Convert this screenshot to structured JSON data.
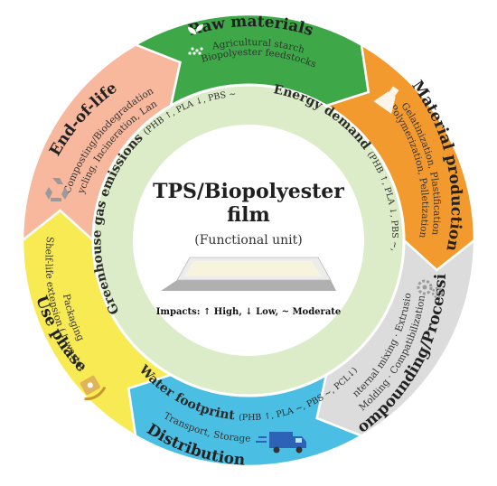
{
  "center": {
    "title_line1": "TPS/Biopolyester",
    "title_line2": "film",
    "subtitle": "(Functional unit)",
    "legend": "Impacts: ↑ High, ↓ Low, ~ Moderate"
  },
  "stages": [
    {
      "id": "raw-materials",
      "title": "Raw materials",
      "desc1": "Agricultural starch",
      "desc2": "Biopolyester feedstocks",
      "color": "#3ea848",
      "icon": "seedling-icon"
    },
    {
      "id": "material-production",
      "title": "Material production",
      "desc1": "Gelatinization, Plastification",
      "desc2": "Polymerization, Pelletization",
      "color": "#f39a2e",
      "icon": "flask-icon"
    },
    {
      "id": "compounding-processing",
      "title": "Compounding/Processing",
      "desc1": "Internal mixing · Extrusion",
      "desc2": "Molding · Compatibilization",
      "color": "#dcdcdc",
      "icon": "gears-icon"
    },
    {
      "id": "distribution",
      "title": "Distribution",
      "desc1": "Transport, Storage",
      "desc2": "",
      "color": "#4bbfe3",
      "icon": "truck-icon"
    },
    {
      "id": "use-phase",
      "title": "Use phase",
      "desc1": "Packaging",
      "desc2": "Shelf-life extension (↓ waste)",
      "color": "#f7ea53",
      "icon": "package-hand-icon"
    },
    {
      "id": "end-of-life",
      "title": "End-of-life",
      "desc1": "Composting/Biodegradation",
      "desc2": "Recycling, Incineration, Landfill",
      "color": "#f8b89e",
      "icon": "recycle-icon"
    }
  ],
  "impacts": [
    {
      "id": "energy-demand",
      "label": "Energy demand",
      "detail": "(PHB ↑, PLA ↓, PBS ~, PCL~)"
    },
    {
      "id": "water-footprint",
      "label": "Water footprint",
      "detail": "(PHB ↑, PLA ~, PBS ~, PCL↓)"
    },
    {
      "id": "ghg-emissions",
      "label": "Greenhouse gas emissions",
      "detail": "(PHB ↑, PLA ↓, PBS ~, PCL~)"
    }
  ]
}
